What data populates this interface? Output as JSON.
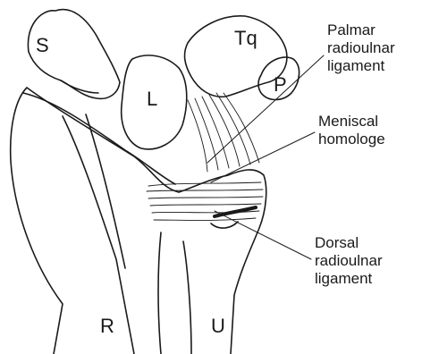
{
  "bone_labels": {
    "scaphoid": "S",
    "lunate": "L",
    "triquetrum": "Tq",
    "pisiform": "P",
    "radius": "R",
    "ulna": "U"
  },
  "callouts": {
    "palmar": [
      "Palmar",
      "radioulnar",
      "ligament"
    ],
    "meniscal": [
      "Meniscal",
      "homologe"
    ],
    "dorsal": [
      "Dorsal",
      "radioulnar",
      "ligament"
    ]
  },
  "colors": {
    "ink": "#1a1a1a",
    "background": "#ffffff"
  }
}
